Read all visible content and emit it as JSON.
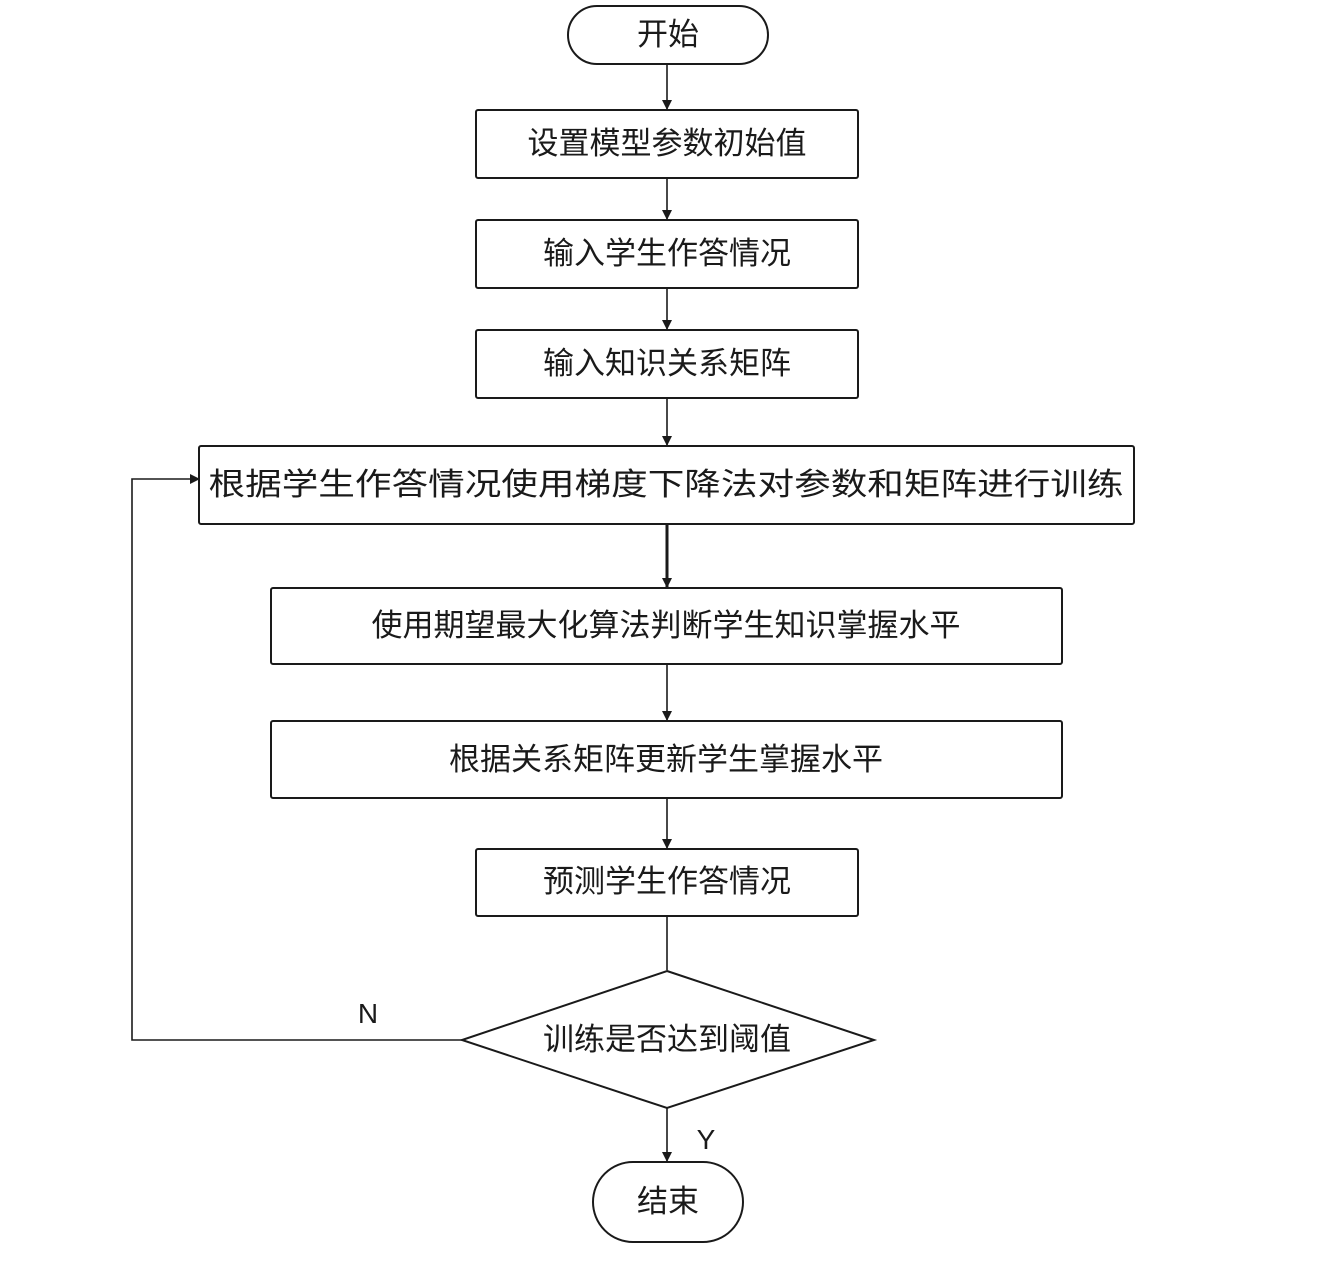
{
  "nodes": {
    "start": "开始",
    "init_params": "设置模型参数初始值",
    "input_answers": "输入学生作答情况",
    "input_matrix": "输入知识关系矩阵",
    "train": "根据学生作答情况使用梯度下降法对参数和矩阵进行训练",
    "em_judge": "使用期望最大化算法判断学生知识掌握水平",
    "update_mastery": "根据关系矩阵更新学生掌握水平",
    "predict": "预测学生作答情况",
    "decision": "训练是否达到阈值",
    "end": "结束"
  },
  "edge_labels": {
    "no": "N",
    "yes": "Y"
  },
  "colors": {
    "stroke": "#1a1a1a",
    "fill": "#ffffff"
  }
}
